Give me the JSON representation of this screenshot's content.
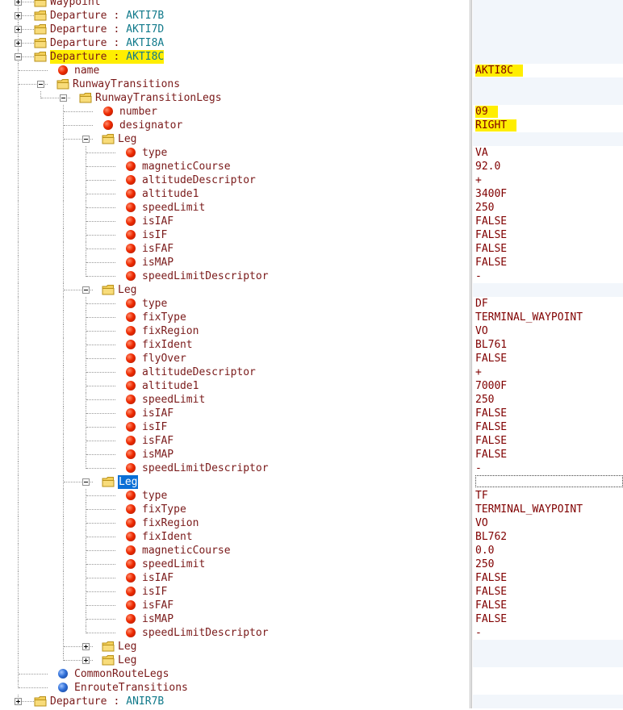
{
  "tree": [
    {
      "lvl": 0,
      "type": "folder",
      "exp": "plus",
      "label": "Waypoint"
    },
    {
      "lvl": 0,
      "type": "folder",
      "exp": "plus",
      "label": "Departure",
      "sep": ":",
      "val": "AKTI7B"
    },
    {
      "lvl": 0,
      "type": "folder",
      "exp": "plus",
      "label": "Departure",
      "sep": ":",
      "val": "AKTI7D"
    },
    {
      "lvl": 0,
      "type": "folder",
      "exp": "plus",
      "label": "Departure",
      "sep": ":",
      "val": "AKTI8A"
    },
    {
      "lvl": 0,
      "type": "folder",
      "exp": "minus",
      "label": "Departure",
      "sep": ":",
      "val": "AKTI8C",
      "sel": "yellow"
    },
    {
      "lvl": 1,
      "type": "red",
      "label": "name",
      "value": "AKTI8C",
      "hl": true
    },
    {
      "lvl": 1,
      "type": "folder",
      "exp": "minus",
      "label": "RunwayTransitions"
    },
    {
      "lvl": 2,
      "type": "folder",
      "exp": "minus",
      "label": "RunwayTransitionLegs"
    },
    {
      "lvl": 3,
      "type": "red",
      "label": "number",
      "value": "09",
      "hl": true
    },
    {
      "lvl": 3,
      "type": "red",
      "label": "designator",
      "value": "RIGHT",
      "hl": true
    },
    {
      "lvl": 3,
      "type": "folder",
      "exp": "minus",
      "label": "Leg"
    },
    {
      "lvl": 4,
      "type": "red",
      "label": "type",
      "value": "VA"
    },
    {
      "lvl": 4,
      "type": "red",
      "label": "magneticCourse",
      "value": "92.0"
    },
    {
      "lvl": 4,
      "type": "red",
      "label": "altitudeDescriptor",
      "value": "+"
    },
    {
      "lvl": 4,
      "type": "red",
      "label": "altitude1",
      "value": "3400F"
    },
    {
      "lvl": 4,
      "type": "red",
      "label": "speedLimit",
      "value": "250"
    },
    {
      "lvl": 4,
      "type": "red",
      "label": "isIAF",
      "value": "FALSE"
    },
    {
      "lvl": 4,
      "type": "red",
      "label": "isIF",
      "value": "FALSE"
    },
    {
      "lvl": 4,
      "type": "red",
      "label": "isFAF",
      "value": "FALSE"
    },
    {
      "lvl": 4,
      "type": "red",
      "label": "isMAP",
      "value": "FALSE"
    },
    {
      "lvl": 4,
      "type": "red",
      "label": "speedLimitDescriptor",
      "value": "-"
    },
    {
      "lvl": 3,
      "type": "folder",
      "exp": "minus",
      "label": "Leg"
    },
    {
      "lvl": 4,
      "type": "red",
      "label": "type",
      "value": "DF"
    },
    {
      "lvl": 4,
      "type": "red",
      "label": "fixType",
      "value": "TERMINAL_WAYPOINT"
    },
    {
      "lvl": 4,
      "type": "red",
      "label": "fixRegion",
      "value": "VO"
    },
    {
      "lvl": 4,
      "type": "red",
      "label": "fixIdent",
      "value": "BL761"
    },
    {
      "lvl": 4,
      "type": "red",
      "label": "flyOver",
      "value": "FALSE"
    },
    {
      "lvl": 4,
      "type": "red",
      "label": "altitudeDescriptor",
      "value": "+"
    },
    {
      "lvl": 4,
      "type": "red",
      "label": "altitude1",
      "value": "7000F"
    },
    {
      "lvl": 4,
      "type": "red",
      "label": "speedLimit",
      "value": "250"
    },
    {
      "lvl": 4,
      "type": "red",
      "label": "isIAF",
      "value": "FALSE"
    },
    {
      "lvl": 4,
      "type": "red",
      "label": "isIF",
      "value": "FALSE"
    },
    {
      "lvl": 4,
      "type": "red",
      "label": "isFAF",
      "value": "FALSE"
    },
    {
      "lvl": 4,
      "type": "red",
      "label": "isMAP",
      "value": "FALSE"
    },
    {
      "lvl": 4,
      "type": "red",
      "label": "speedLimitDescriptor",
      "value": "-"
    },
    {
      "lvl": 3,
      "type": "folder",
      "exp": "minus",
      "label": "Leg",
      "sel": "blue",
      "focus": true
    },
    {
      "lvl": 4,
      "type": "red",
      "label": "type",
      "value": "TF"
    },
    {
      "lvl": 4,
      "type": "red",
      "label": "fixType",
      "value": "TERMINAL_WAYPOINT"
    },
    {
      "lvl": 4,
      "type": "red",
      "label": "fixRegion",
      "value": "VO"
    },
    {
      "lvl": 4,
      "type": "red",
      "label": "fixIdent",
      "value": "BL762"
    },
    {
      "lvl": 4,
      "type": "red",
      "label": "magneticCourse",
      "value": "0.0"
    },
    {
      "lvl": 4,
      "type": "red",
      "label": "speedLimit",
      "value": "250"
    },
    {
      "lvl": 4,
      "type": "red",
      "label": "isIAF",
      "value": "FALSE"
    },
    {
      "lvl": 4,
      "type": "red",
      "label": "isIF",
      "value": "FALSE"
    },
    {
      "lvl": 4,
      "type": "red",
      "label": "isFAF",
      "value": "FALSE"
    },
    {
      "lvl": 4,
      "type": "red",
      "label": "isMAP",
      "value": "FALSE"
    },
    {
      "lvl": 4,
      "type": "red",
      "label": "speedLimitDescriptor",
      "value": "-"
    },
    {
      "lvl": 3,
      "type": "folder",
      "exp": "plus",
      "label": "Leg"
    },
    {
      "lvl": 3,
      "type": "folder",
      "exp": "plus",
      "label": "Leg"
    },
    {
      "lvl": 1,
      "type": "blue",
      "label": "CommonRouteLegs"
    },
    {
      "lvl": 1,
      "type": "blue",
      "label": "EnrouteTransitions"
    },
    {
      "lvl": 0,
      "type": "folder",
      "exp": "plus",
      "label": "Departure",
      "sep": ":",
      "val": "ANIR7B"
    }
  ],
  "colors": {
    "label": "#5a1010",
    "value": "#800000",
    "highlight": "#ffee00",
    "selection": "#0a6fd6",
    "id_value": "#117a8b"
  }
}
